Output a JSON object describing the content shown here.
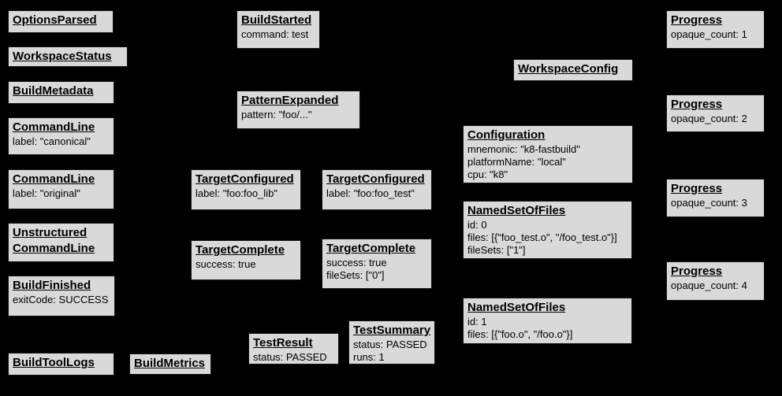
{
  "colors": {
    "background": "#000000",
    "box_fill": "#d9d9d9",
    "box_border": "#141414",
    "text": "#000000"
  },
  "boxes": {
    "options_parsed": {
      "title": "OptionsParsed",
      "lines": []
    },
    "workspace_status": {
      "title": "WorkspaceStatus",
      "lines": []
    },
    "build_metadata": {
      "title": "BuildMetadata",
      "lines": []
    },
    "command_line_canonical": {
      "title": "CommandLine",
      "lines": [
        "label: \"canonical\""
      ]
    },
    "command_line_original": {
      "title": "CommandLine",
      "lines": [
        "label: \"original\""
      ]
    },
    "unstructured_command_line": {
      "title": "Unstructured CommandLine",
      "lines": []
    },
    "build_finished": {
      "title": "BuildFinished",
      "lines": [
        "exitCode: SUCCESS"
      ]
    },
    "build_tool_logs": {
      "title": "BuildToolLogs",
      "lines": []
    },
    "build_metrics": {
      "title": "BuildMetrics",
      "lines": []
    },
    "build_started": {
      "title": "BuildStarted",
      "lines": [
        "command: test"
      ]
    },
    "pattern_expanded": {
      "title": "PatternExpanded",
      "lines": [
        "pattern: \"foo/...\""
      ]
    },
    "target_configured_foo_lib": {
      "title": "TargetConfigured",
      "lines": [
        "label: \"foo:foo_lib\""
      ]
    },
    "target_configured_foo_test": {
      "title": "TargetConfigured",
      "lines": [
        "label: \"foo:foo_test\""
      ]
    },
    "target_complete_foo_lib": {
      "title": "TargetComplete",
      "lines": [
        "success: true"
      ]
    },
    "target_complete_foo_test": {
      "title": "TargetComplete",
      "lines": [
        "success: true",
        "fileSets: [\"0\"]"
      ]
    },
    "test_result": {
      "title": "TestResult",
      "lines": [
        "status: PASSED"
      ]
    },
    "test_summary": {
      "title": "TestSummary",
      "lines": [
        "status: PASSED",
        "runs: 1"
      ]
    },
    "workspace_config": {
      "title": "WorkspaceConfig",
      "lines": []
    },
    "configuration": {
      "title": "Configuration",
      "lines": [
        "mnemonic: \"k8-fastbuild\"",
        "platformName: \"local\"",
        "cpu: \"k8\""
      ]
    },
    "named_set_of_files_0": {
      "title": "NamedSetOfFiles",
      "lines": [
        "id: 0",
        "files: [{\"foo_test.o\", \"/foo_test.o\"}]",
        "fileSets: [\"1\"]"
      ]
    },
    "named_set_of_files_1": {
      "title": "NamedSetOfFiles",
      "lines": [
        "id: 1",
        "files: [{\"foo.o\", \"/foo.o\"}]"
      ]
    },
    "progress_1": {
      "title": "Progress",
      "lines": [
        "opaque_count: 1"
      ]
    },
    "progress_2": {
      "title": "Progress",
      "lines": [
        "opaque_count: 2"
      ]
    },
    "progress_3": {
      "title": "Progress",
      "lines": [
        "opaque_count: 3"
      ]
    },
    "progress_4": {
      "title": "Progress",
      "lines": [
        "opaque_count: 4"
      ]
    }
  }
}
